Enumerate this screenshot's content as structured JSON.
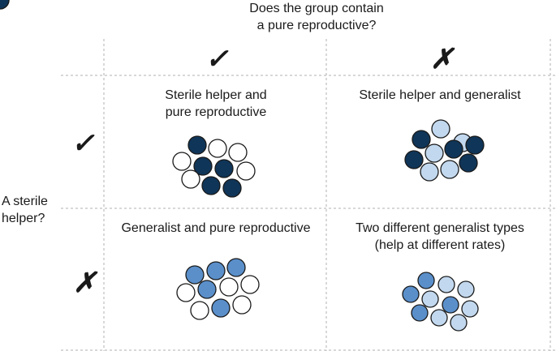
{
  "column_header": {
    "line1": "Does the group contain",
    "line2": "a pure reproductive?"
  },
  "row_header": {
    "line1": "A sterile",
    "line2": "helper?"
  },
  "marks": {
    "yes": "✓",
    "no": "✗"
  },
  "cells": [
    {
      "label_line1": "Sterile helper and",
      "label_line2": "pure reproductive"
    },
    {
      "label_line1": "Sterile helper and generalist",
      "label_line2": ""
    },
    {
      "label_line1": "Generalist and pure reproductive",
      "label_line2": ""
    },
    {
      "label_line1": "Two different generalist types",
      "label_line2": "(help at different rates)"
    }
  ],
  "colors": {
    "sterile_helper": "#0f3558",
    "pure_reproductive": "#ffffff",
    "generalist": "#5a8fca",
    "generalist_light": "#c2d8ee",
    "outline": "#1a1a1a",
    "grid_line": "#b0b0b0"
  },
  "clusters": [
    [
      "sterile_helper",
      "pure_reproductive",
      "pure_reproductive",
      "pure_reproductive",
      "sterile_helper",
      "sterile_helper",
      "pure_reproductive",
      "pure_reproductive",
      "sterile_helper",
      "sterile_helper",
      "pure_reproductive"
    ],
    [
      "generalist_light",
      "sterile_helper",
      "generalist_light",
      "sterile_helper",
      "generalist_light",
      "sterile_helper",
      "sterile_helper",
      "sterile_helper",
      "generalist_light",
      "generalist_light",
      "sterile_helper"
    ],
    [
      "generalist",
      "generalist",
      "generalist",
      "pure_reproductive",
      "generalist",
      "pure_reproductive",
      "pure_reproductive",
      "pure_reproductive",
      "generalist",
      "pure_reproductive"
    ],
    [
      "generalist",
      "generalist_light",
      "generalist_light",
      "generalist",
      "generalist_light",
      "generalist",
      "generalist_light",
      "generalist",
      "generalist_light",
      "generalist_light"
    ]
  ]
}
